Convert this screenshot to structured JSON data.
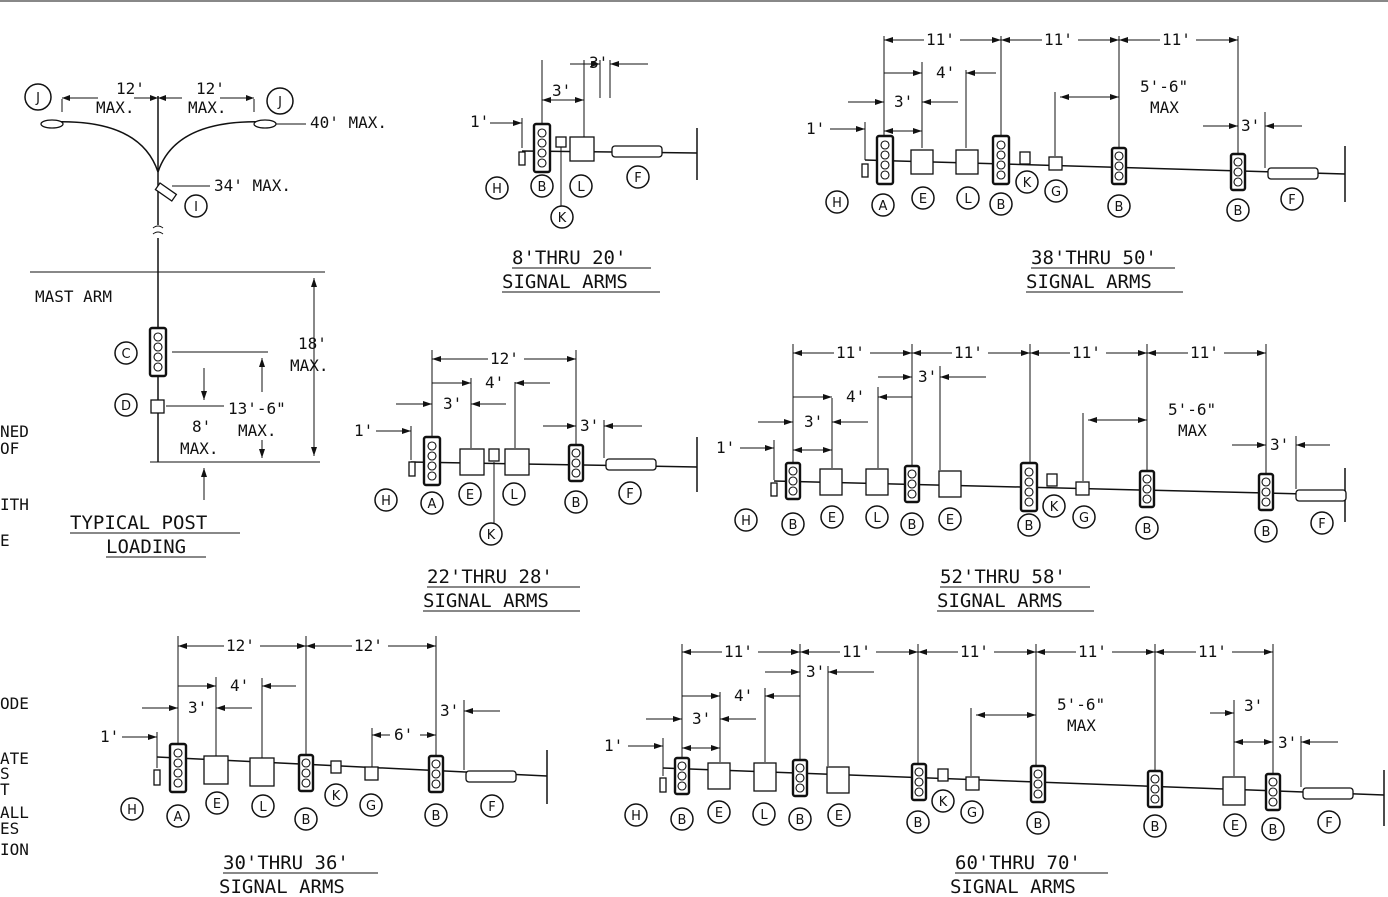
{
  "post": {
    "arm_left": "12'",
    "arm_right": "12'",
    "max": "MAX.",
    "h40": "40' MAX.",
    "h34": "34' MAX.",
    "mast_arm": "MAST ARM",
    "d18": "18'",
    "d18_max": "MAX.",
    "d13": "13'-6\"",
    "d13_max": "MAX.",
    "d8": "8'",
    "d8_max": "MAX.",
    "title1": "TYPICAL POST",
    "title2": "LOADING"
  },
  "left_margin": [
    "NED",
    "OF",
    "ITH",
    "E",
    "ODE",
    "ATE",
    "S",
    "T",
    "ALL",
    "ES",
    "ION"
  ],
  "dims": {
    "one": "1'",
    "three": "3'",
    "four": "4'",
    "six": "6'",
    "eleven": "11'",
    "twelve": "12'",
    "five_six": "5'-6\"",
    "max": "MAX"
  },
  "titles": {
    "a": [
      "8'THRU 20'",
      "SIGNAL ARMS"
    ],
    "b": [
      "38'THRU 50'",
      "SIGNAL ARMS"
    ],
    "c": [
      "22'THRU 28'",
      "SIGNAL ARMS"
    ],
    "d": [
      "52'THRU 58'",
      "SIGNAL ARMS"
    ],
    "e": [
      "30'THRU 36'",
      "SIGNAL ARMS"
    ],
    "f": [
      "60'THRU 70'",
      "SIGNAL ARMS"
    ]
  },
  "bubbles": [
    "A",
    "B",
    "C",
    "D",
    "E",
    "F",
    "G",
    "H",
    "I",
    "J",
    "K",
    "L"
  ]
}
